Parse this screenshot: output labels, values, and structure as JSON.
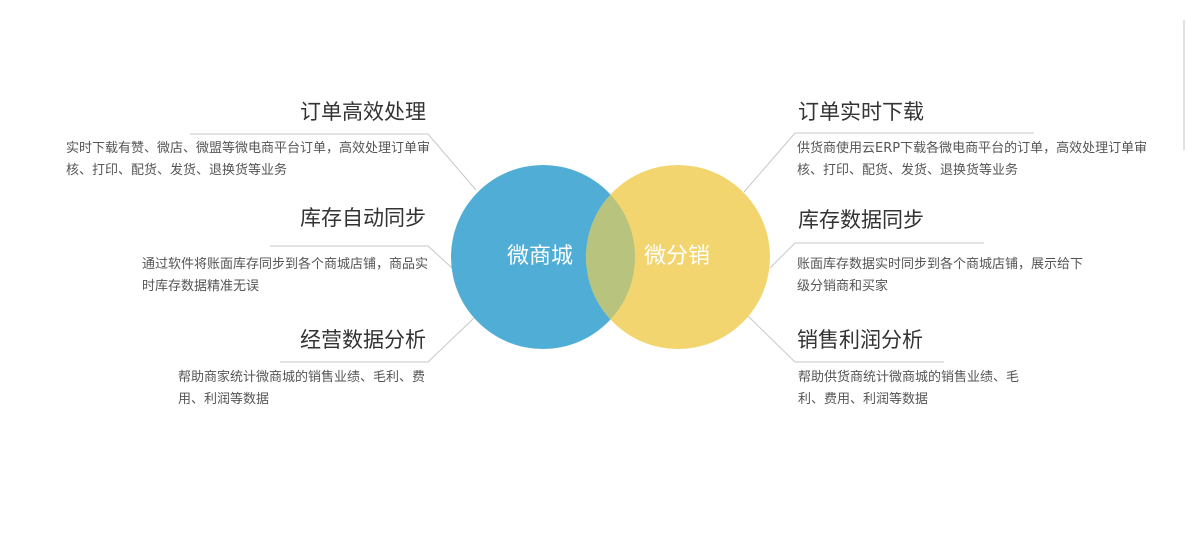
{
  "circles": {
    "left": {
      "label": "微商城",
      "color": "#4fadd6"
    },
    "right": {
      "label": "微分销",
      "color": "#f2d56e"
    },
    "overlap_color": "#b8c47e"
  },
  "colors": {
    "connector": "#c8c8c8",
    "title": "#333333",
    "text": "#555555"
  },
  "features_left": [
    {
      "title": "订单高效处理",
      "desc": "实时下载有赞、微店、微盟等微电商平台订单，高效处理订单审核、打印、配货、发货、退换货等业务"
    },
    {
      "title": "库存自动同步",
      "desc": "通过软件将账面库存同步到各个商城店铺，商品实时库存数据精准无误"
    },
    {
      "title": "经营数据分析",
      "desc": "帮助商家统计微商城的销售业绩、毛利、费用、利润等数据"
    }
  ],
  "features_right": [
    {
      "title": "订单实时下载",
      "desc": "供货商使用云ERP下载各微电商平台的订单，高效处理订单审核、打印、配货、发货、退换货等业务"
    },
    {
      "title": "库存数据同步",
      "desc": "账面库存数据实时同步到各个商城店铺，展示给下级分销商和买家"
    },
    {
      "title": "销售利润分析",
      "desc": "帮助供货商统计微商城的销售业绩、毛利、费用、利润等数据"
    }
  ]
}
